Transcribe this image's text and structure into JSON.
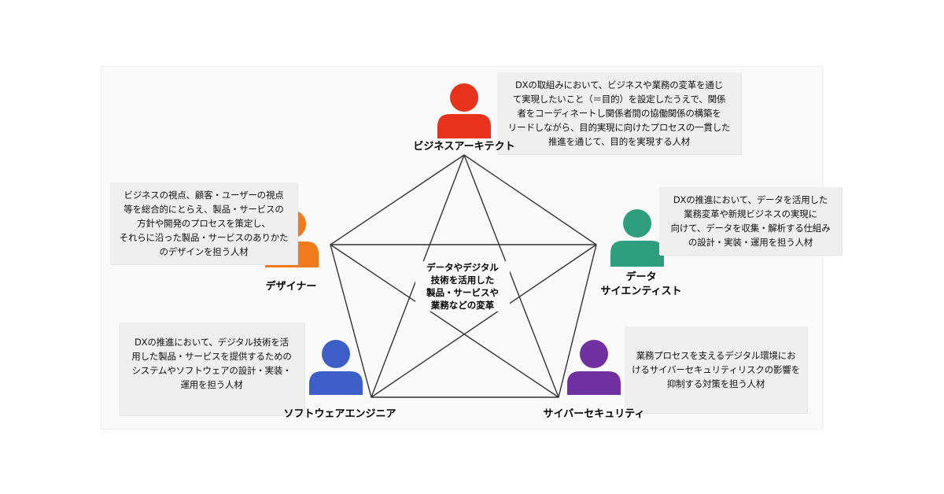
{
  "diagram": {
    "center": [
      "データやデジタル",
      "技術を活用した",
      "製品・サービスや",
      "業務などの変革"
    ],
    "roles": {
      "business_architect": {
        "label": "ビジネスアーキテクト",
        "color": "#e8331c",
        "description": [
          "DXの取組みにおいて、ビジネスや業務の変革を通じ",
          "て実現したいこと（＝目的）を設定したうえで、関係",
          "者をコーディネートし関係者間の協働関係の構築を",
          "リードしながら、目的実現に向けたプロセスの一貫した",
          "推進を通じて、目的を実現する人材"
        ]
      },
      "designer": {
        "label": "デザイナー",
        "color": "#f07a1c",
        "description": [
          "ビジネスの視点、顧客・ユーザーの視点",
          "等を総合的にとらえ、製品・サービスの",
          "方針や開発のプロセスを策定し、",
          "それらに沿った製品・サービスのありかた",
          "のデザインを担う人材"
        ]
      },
      "data_scientist": {
        "label_lines": [
          "データ",
          "サイエンティスト"
        ],
        "color": "#2e9e7e",
        "description": [
          "DXの推進において、データを活用した",
          "業務変革や新規ビジネスの実現に",
          "向けて、データを収集・解析する仕組み",
          "の設計・実装・運用を担う人材"
        ]
      },
      "software_engineer": {
        "label": "ソフトウェアエンジニア",
        "color": "#3d5fc7",
        "description": [
          "DXの推進において、デジタル技術を活",
          "用した製品・サービスを提供するための",
          "システムやソフトウェアの設計・実装・",
          "運用を担う人材"
        ]
      },
      "cybersecurity": {
        "label": "サイバーセキュリティ",
        "color": "#7030a0",
        "description": [
          "業務プロセスを支えるデジタル環境にお",
          "けるサイバーセキュリティリスクの影響を",
          "抑制する対策を担う人材"
        ]
      }
    }
  }
}
